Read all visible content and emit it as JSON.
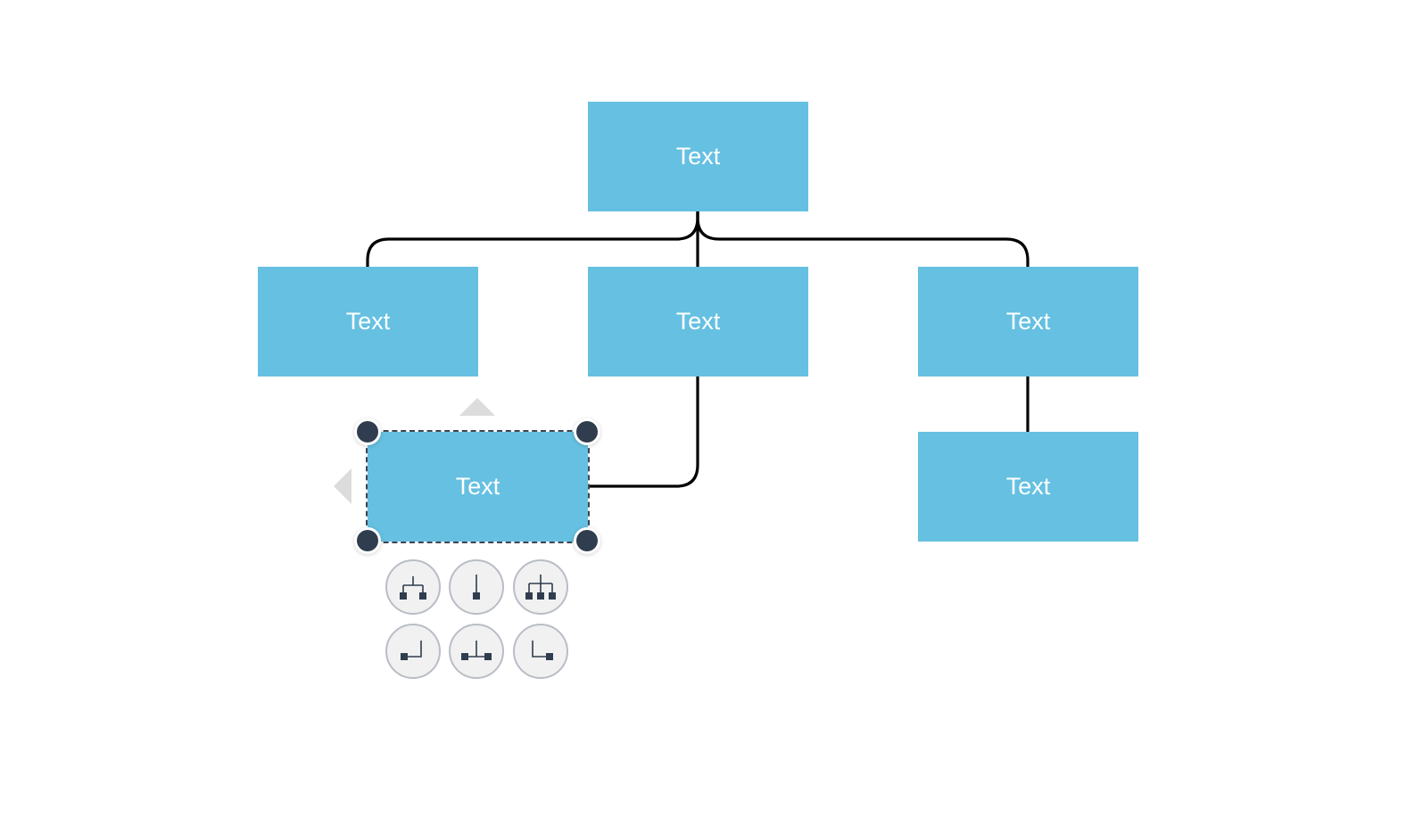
{
  "diagram": {
    "node_color": "#66c0e1",
    "connector_color": "#000000",
    "nodes": {
      "root": {
        "label": "Text"
      },
      "child_left": {
        "label": "Text"
      },
      "child_center": {
        "label": "Text"
      },
      "child_right": {
        "label": "Text"
      },
      "grandchild_selected": {
        "label": "Text"
      },
      "grandchild_right": {
        "label": "Text"
      }
    }
  },
  "layout_menu": {
    "options": [
      {
        "icon": "tree-two-children-icon"
      },
      {
        "icon": "single-child-vertical-icon"
      },
      {
        "icon": "tree-three-children-icon"
      },
      {
        "icon": "elbow-left-icon"
      },
      {
        "icon": "split-both-sides-icon"
      },
      {
        "icon": "elbow-right-icon"
      }
    ]
  }
}
